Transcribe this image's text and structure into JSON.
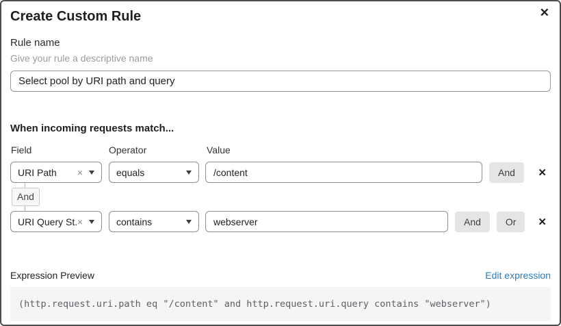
{
  "dialog": {
    "title": "Create Custom Rule"
  },
  "icons": {
    "close": "✕",
    "clear": "×",
    "delete_row": "✕"
  },
  "rule_name": {
    "label": "Rule name",
    "helper": "Give your rule a descriptive name",
    "value": "Select pool by URI path and query"
  },
  "match_section": {
    "heading": "When incoming requests match...",
    "columns": {
      "field": "Field",
      "operator": "Operator",
      "value": "Value"
    },
    "rows": [
      {
        "field": "URI Path",
        "operator": "equals",
        "value": "/content",
        "connectors": [
          "And"
        ]
      },
      {
        "field": "URI Query St...",
        "operator": "contains",
        "value": "webserver",
        "connectors": [
          "And",
          "Or"
        ]
      }
    ],
    "between_connector": "And"
  },
  "expression_preview": {
    "label": "Expression Preview",
    "edit_link": "Edit expression",
    "expression": "(http.request.uri.path eq \"/content\" and http.request.uri.query contains \"webserver\")"
  },
  "colors": {
    "link": "#2d7cbf",
    "button_bg": "#e5e5e5",
    "code_bg": "#f5f5f6",
    "border": "#8f8f8f"
  }
}
